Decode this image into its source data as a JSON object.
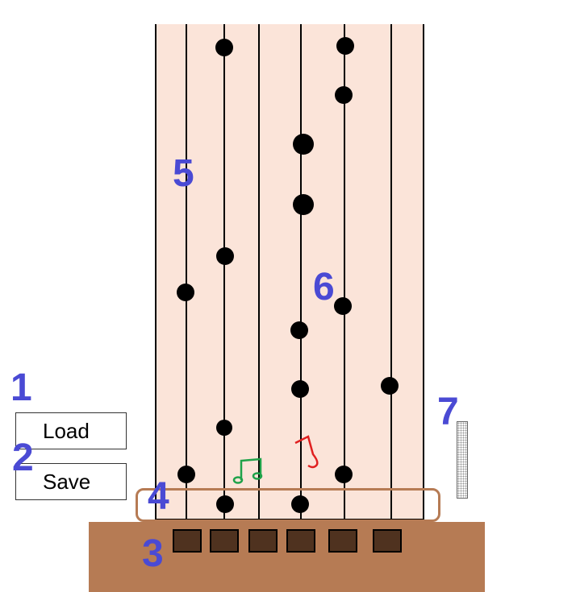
{
  "buttons": {
    "load_label": "Load",
    "save_label": "Save"
  },
  "annotations": {
    "n1": "1",
    "n2": "2",
    "n3": "3",
    "n4": "4",
    "n5": "5",
    "n6": "6",
    "n7": "7"
  },
  "lanes": {
    "count": 6
  },
  "piano_keys": {
    "count": 6
  },
  "decorations": {
    "music_notes": [
      "green-music-note-icon",
      "red-music-note-icon"
    ]
  },
  "colors": {
    "panel": "#fbe4d9",
    "wood": "#b67b54",
    "key": "#4f321f",
    "label": "#4a4ad4"
  }
}
